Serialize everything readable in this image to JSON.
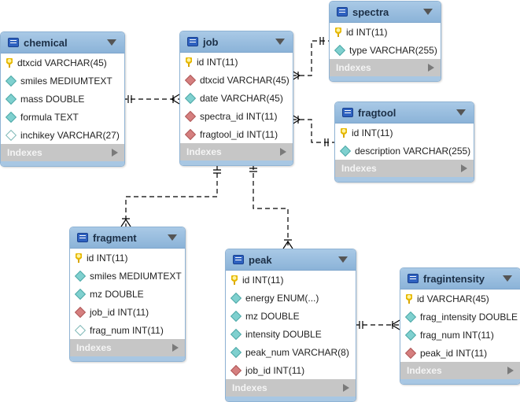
{
  "tables": [
    {
      "id": "chemical",
      "name": "chemical",
      "footer": "Indexes",
      "columns": [
        {
          "icon": "key-icon",
          "text": "dtxcid VARCHAR(45)"
        },
        {
          "icon": "column-icon",
          "text": "smiles MEDIUMTEXT"
        },
        {
          "icon": "column-icon",
          "text": "mass DOUBLE"
        },
        {
          "icon": "column-icon",
          "text": "formula TEXT"
        },
        {
          "icon": "nullable-column-icon",
          "text": "inchikey VARCHAR(27)"
        }
      ]
    },
    {
      "id": "job",
      "name": "job",
      "footer": "Indexes",
      "columns": [
        {
          "icon": "key-icon",
          "text": "id INT(11)"
        },
        {
          "icon": "foreign-key-icon",
          "text": "dtxcid VARCHAR(45)"
        },
        {
          "icon": "column-icon",
          "text": "date VARCHAR(45)"
        },
        {
          "icon": "foreign-key-icon",
          "text": "spectra_id INT(11)"
        },
        {
          "icon": "foreign-key-icon",
          "text": "fragtool_id INT(11)"
        }
      ]
    },
    {
      "id": "spectra",
      "name": "spectra",
      "footer": "Indexes",
      "columns": [
        {
          "icon": "key-icon",
          "text": "id INT(11)"
        },
        {
          "icon": "column-icon",
          "text": "type VARCHAR(255)"
        }
      ]
    },
    {
      "id": "fragtool",
      "name": "fragtool",
      "footer": "Indexes",
      "columns": [
        {
          "icon": "key-icon",
          "text": "id INT(11)"
        },
        {
          "icon": "column-icon",
          "text": "description VARCHAR(255)"
        }
      ]
    },
    {
      "id": "fragment",
      "name": "fragment",
      "footer": "Indexes",
      "columns": [
        {
          "icon": "key-icon",
          "text": "id INT(11)"
        },
        {
          "icon": "column-icon",
          "text": "smiles MEDIUMTEXT"
        },
        {
          "icon": "column-icon",
          "text": "mz DOUBLE"
        },
        {
          "icon": "foreign-key-icon",
          "text": "job_id INT(11)"
        },
        {
          "icon": "nullable-column-icon",
          "text": "frag_num INT(11)"
        }
      ]
    },
    {
      "id": "peak",
      "name": "peak",
      "footer": "Indexes",
      "columns": [
        {
          "icon": "key-icon",
          "text": "id INT(11)"
        },
        {
          "icon": "column-icon",
          "text": "energy ENUM(...)"
        },
        {
          "icon": "column-icon",
          "text": "mz DOUBLE"
        },
        {
          "icon": "column-icon",
          "text": "intensity DOUBLE"
        },
        {
          "icon": "column-icon",
          "text": "peak_num VARCHAR(8)"
        },
        {
          "icon": "foreign-key-icon",
          "text": "job_id INT(11)"
        }
      ]
    },
    {
      "id": "fragintensity",
      "name": "fragintensity",
      "footer": "Indexes",
      "columns": [
        {
          "icon": "key-icon",
          "text": "id VARCHAR(45)"
        },
        {
          "icon": "column-icon",
          "text": "frag_intensity DOUBLE"
        },
        {
          "icon": "column-icon",
          "text": "frag_num INT(11)"
        },
        {
          "icon": "foreign-key-icon",
          "text": "peak_id INT(11)"
        }
      ]
    }
  ],
  "relationships": [
    {
      "from": "chemical",
      "to": "job",
      "from_end": "one",
      "to_end": "many"
    },
    {
      "from": "job",
      "to": "spectra",
      "from_end": "many",
      "to_end": "one"
    },
    {
      "from": "job",
      "to": "fragtool",
      "from_end": "many",
      "to_end": "one"
    },
    {
      "from": "job",
      "to": "fragment",
      "from_end": "one",
      "to_end": "many"
    },
    {
      "from": "job",
      "to": "peak",
      "from_end": "one",
      "to_end": "many"
    },
    {
      "from": "peak",
      "to": "fragintensity",
      "from_end": "one",
      "to_end": "many"
    }
  ],
  "colors": {
    "header": "#94bbdf",
    "primary_key": "#e6b800",
    "foreign_key": "#d57f7f",
    "column": "#7fd0cf",
    "footer": "#c6c6c6"
  }
}
